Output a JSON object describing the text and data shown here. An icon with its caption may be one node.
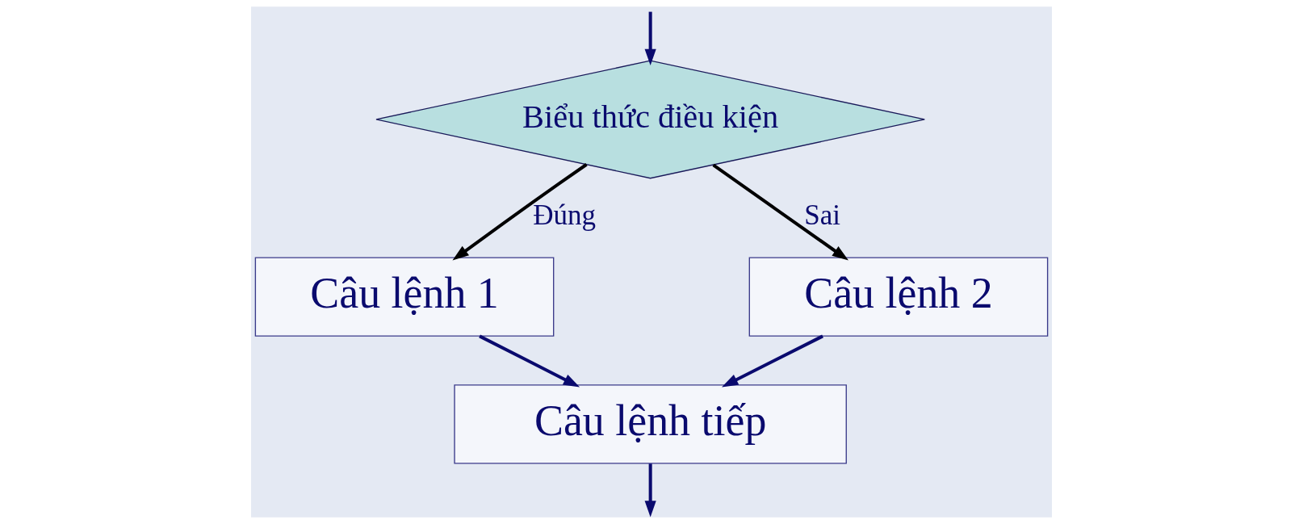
{
  "diagram": {
    "nodes": [
      {
        "text": [
          "Biểu thức điều kiện"
        ]
      },
      {
        "text": [
          "Câu lệnh 1"
        ]
      },
      {
        "text": [
          "Câu lệnh 2"
        ]
      },
      {
        "text": [
          "Câu lệnh tiếp"
        ]
      }
    ],
    "edges": [
      {
        "from": null,
        "to": 0,
        "arrow": "to"
      },
      {
        "from": 0,
        "to": 1,
        "arrow": "to",
        "label": "Đúng",
        "color": "#000000"
      },
      {
        "from": 0,
        "to": 2,
        "arrow": "to",
        "label": "Sai",
        "color": "#000000"
      },
      {
        "from": 1,
        "to": 3,
        "arrow": "to"
      },
      {
        "from": 2,
        "to": 3,
        "arrow": "to"
      },
      {
        "from": 3,
        "to": null,
        "arrow": "to"
      }
    ]
  }
}
